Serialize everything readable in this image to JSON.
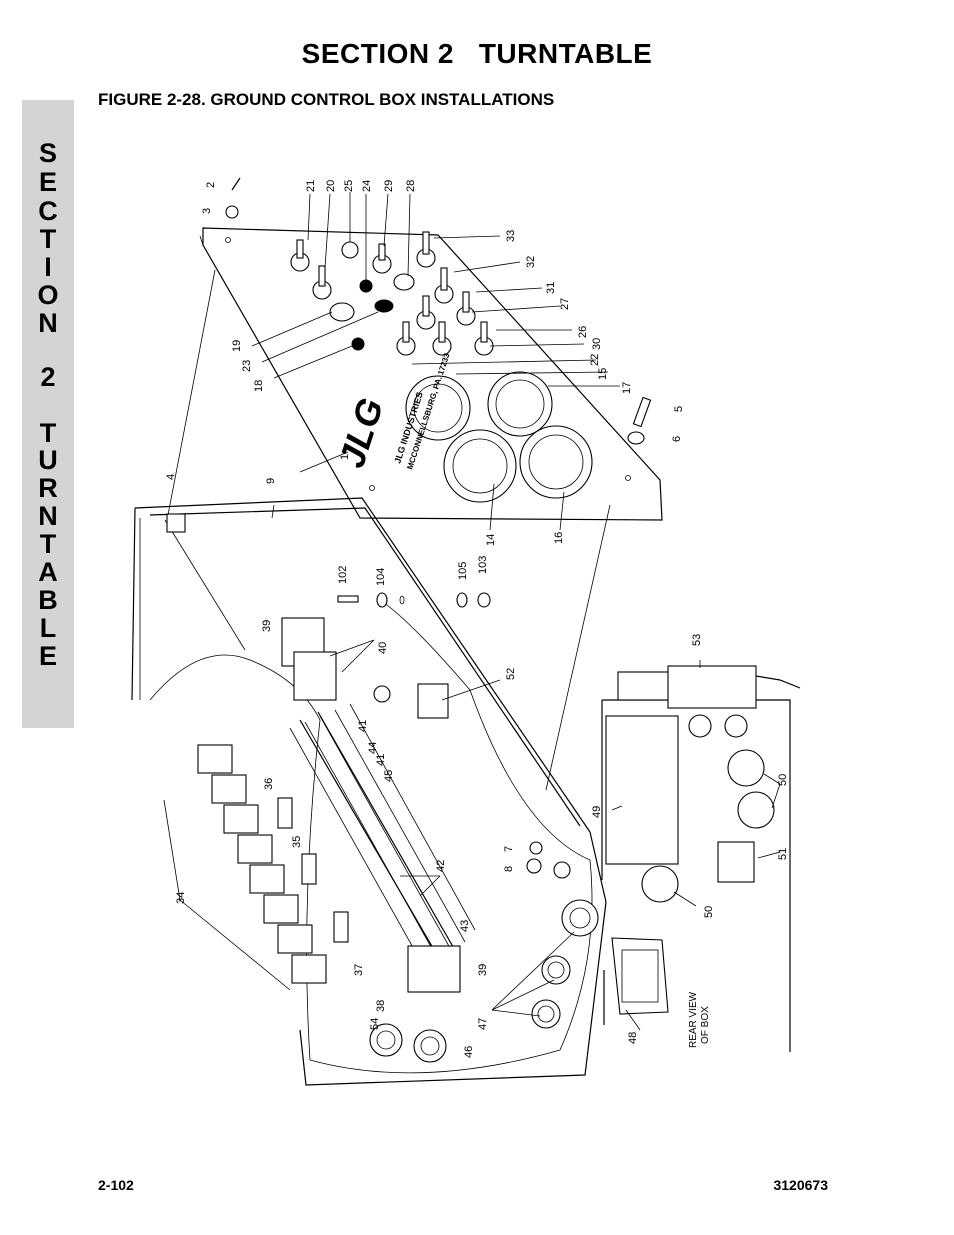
{
  "header": {
    "section_title": "SECTION 2   TURNTABLE",
    "figure_title": "FIGURE 2-28.  GROUND CONTROL BOX INSTALLATIONS"
  },
  "side_tab": {
    "letters": [
      "S",
      "E",
      "C",
      "T",
      "I",
      "O",
      "N",
      "2",
      "T",
      "U",
      "R",
      "N",
      "T",
      "A",
      "B",
      "L",
      "E"
    ]
  },
  "figure": {
    "part_callouts": [
      "1",
      "2",
      "3",
      "4",
      "5",
      "6",
      "7",
      "8",
      "9",
      "14",
      "15",
      "16",
      "17",
      "18",
      "19",
      "20",
      "21",
      "22",
      "23",
      "24",
      "25",
      "26",
      "27",
      "28",
      "29",
      "30",
      "31",
      "32",
      "33",
      "34",
      "35",
      "36",
      "37",
      "38",
      "39",
      "39",
      "40",
      "41",
      "41",
      "42",
      "43",
      "44",
      "45",
      "46",
      "47",
      "48",
      "49",
      "50",
      "50",
      "51",
      "52",
      "53",
      "54",
      "102",
      "103",
      "104",
      "105"
    ],
    "logo_text": "JLG",
    "panel_text": [
      "JLG INDUSTRIES",
      "MCCONNELLSBURG, PA. 17233"
    ],
    "rear_view_label": [
      "REAR VIEW",
      "OF BOX"
    ]
  },
  "footer": {
    "page_number": "2-102",
    "doc_number": "3120673"
  }
}
